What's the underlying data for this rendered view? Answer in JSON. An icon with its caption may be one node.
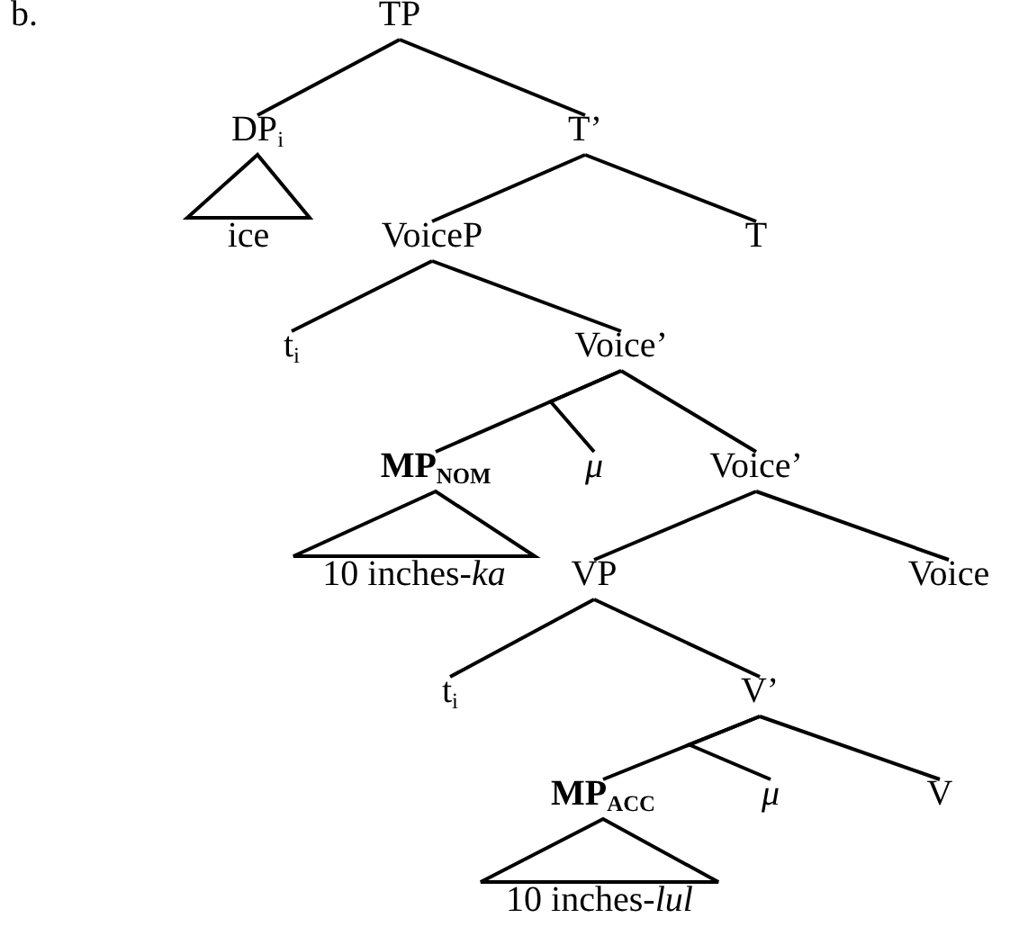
{
  "diagram": {
    "nodes": [
      {
        "text": [
          "TP"
        ]
      },
      {
        "text": [
          "DP$_{i}$"
        ]
      },
      {
        "text": [
          "ice"
        ]
      },
      {
        "text": [
          "T’"
        ]
      },
      {
        "text": [
          "VoiceP"
        ]
      },
      {
        "text": [
          "T"
        ]
      },
      {
        "text": [
          "t$_{i}$"
        ]
      },
      {
        "text": [
          "Voice’"
        ]
      },
      {
        "text": [
          "MP$_{NOM}$"
        ]
      },
      {
        "text": [
          "μ"
        ]
      },
      {
        "text": [
          "Voice’"
        ]
      },
      {
        "text": [
          "10 inches-*ka*"
        ]
      },
      {
        "text": [
          "VP"
        ]
      },
      {
        "text": [
          "Voice"
        ]
      },
      {
        "text": [
          "t$_{i}$"
        ]
      },
      {
        "text": [
          "V’"
        ]
      },
      {
        "text": [
          "MP$_{ACC}$"
        ]
      },
      {
        "text": [
          "μ"
        ]
      },
      {
        "text": [
          "V"
        ]
      },
      {
        "text": [
          "10 inches-*lul*"
        ]
      }
    ],
    "edges": [
      {
        "from": 0,
        "to": 1,
        "arrow": "none"
      },
      {
        "from": 0,
        "to": 3,
        "arrow": "none"
      },
      {
        "from": 1,
        "to": 2,
        "arrow": "none"
      },
      {
        "from": 3,
        "to": 4,
        "arrow": "none"
      },
      {
        "from": 3,
        "to": 5,
        "arrow": "none"
      },
      {
        "from": 4,
        "to": 6,
        "arrow": "none"
      },
      {
        "from": 4,
        "to": 7,
        "arrow": "none"
      },
      {
        "from": 7,
        "to": 8,
        "arrow": "none"
      },
      {
        "from": 7,
        "to": 9,
        "arrow": "none"
      },
      {
        "from": 7,
        "to": 10,
        "arrow": "none"
      },
      {
        "from": 8,
        "to": 11,
        "arrow": "none"
      },
      {
        "from": 10,
        "to": 12,
        "arrow": "none"
      },
      {
        "from": 10,
        "to": 13,
        "arrow": "none"
      },
      {
        "from": 12,
        "to": 14,
        "arrow": "none"
      },
      {
        "from": 12,
        "to": 15,
        "arrow": "none"
      },
      {
        "from": 15,
        "to": 16,
        "arrow": "none"
      },
      {
        "from": 15,
        "to": 17,
        "arrow": "none"
      },
      {
        "from": 15,
        "to": 18,
        "arrow": "none"
      },
      {
        "from": 16,
        "to": 19,
        "arrow": "none"
      }
    ],
    "labels": [
      "b."
    ]
  }
}
